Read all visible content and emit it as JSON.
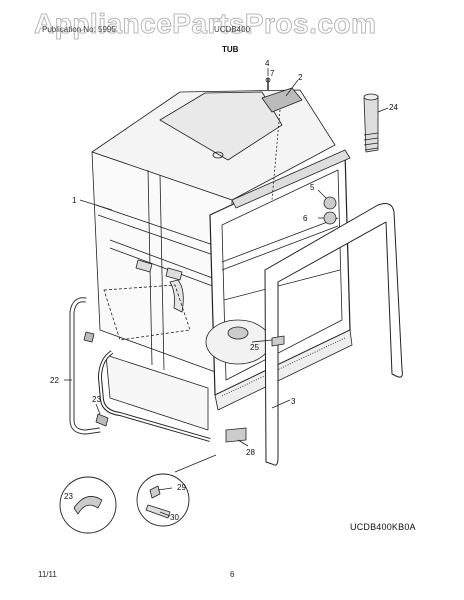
{
  "watermark": "AppliancePartsPros.com",
  "header": {
    "left_text": "Publication No: 5995",
    "right_text": "UCDB400"
  },
  "title": "TUB",
  "callouts": [
    "1",
    "2",
    "3",
    "4",
    "5",
    "6",
    "7",
    "22",
    "23",
    "24",
    "25",
    "28",
    "23",
    "29",
    "30"
  ],
  "diagram_code": "UCDB400KB0A",
  "footer": {
    "date": "11/11",
    "page": "6"
  }
}
